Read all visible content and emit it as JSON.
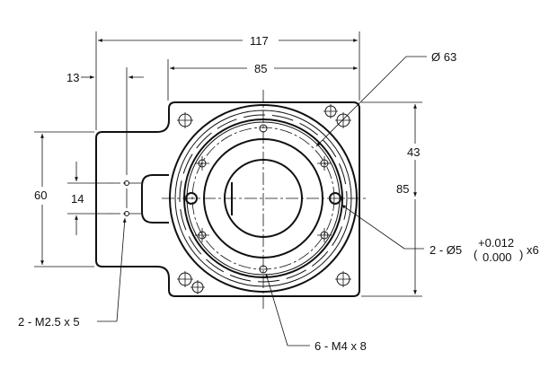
{
  "drawing": {
    "dimensions": {
      "overall_width": "117",
      "plate_width": "85",
      "offset": "13",
      "height_left": "60",
      "hole_spacing": "14",
      "center_height": "43",
      "plate_height": "85",
      "diameter": "Ø 63"
    },
    "callouts": {
      "pin_holes_prefix": "2 - Ø5",
      "pin_holes_tol_upper": "+0.012",
      "pin_holes_tol_lower": "0.000",
      "pin_holes_suffix": "x6",
      "tapped_small": "2 - M2.5 x 5",
      "tapped_large": "6 - M4 x 8"
    }
  }
}
